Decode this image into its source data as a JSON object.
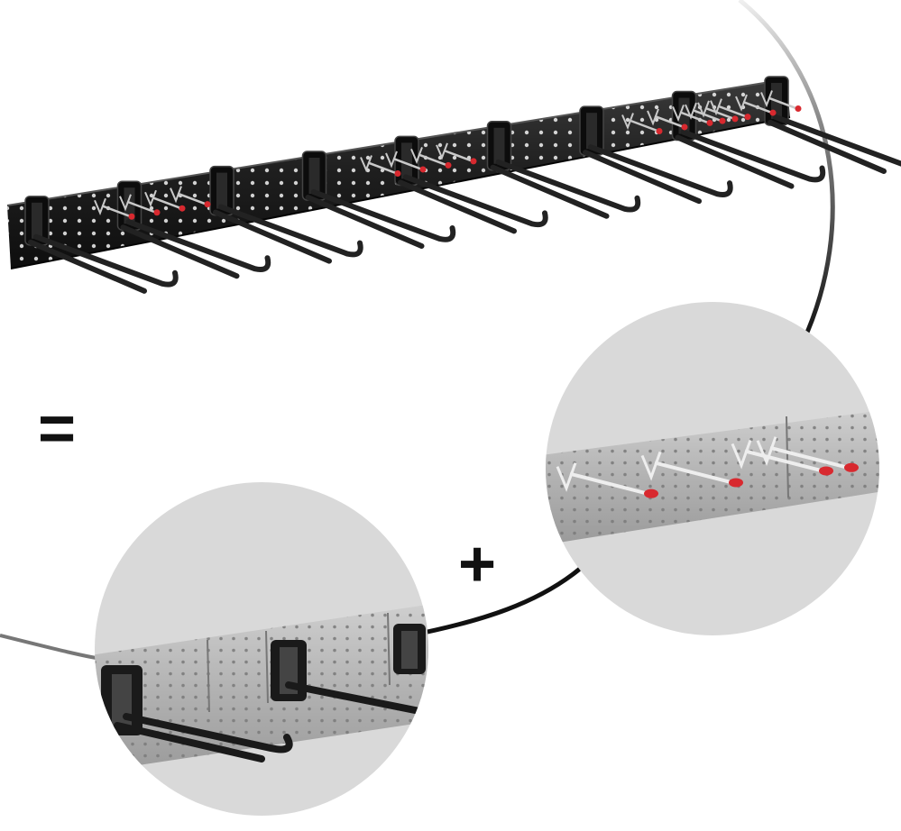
{
  "scene": {
    "symbols": {
      "equals": "=",
      "plus": "+"
    },
    "main_rack": {
      "bracket_count": 9,
      "peg_hook_groups": 4
    },
    "detail_left": {
      "subject": "rail-joint-with-hook-brackets"
    },
    "detail_right": {
      "subject": "rail-with-peg-hooks"
    },
    "colors": {
      "background": "#ffffff",
      "rail": "#1e1e1e",
      "rail_highlight": "#3a3a3a",
      "hook": "#222222",
      "peg_tip": "#d8292f",
      "peg_metal": "#c9c9c9",
      "detail_bg": "#d9d9d9",
      "detail_rail": "#b7b7b7",
      "cable": "#111111"
    }
  }
}
